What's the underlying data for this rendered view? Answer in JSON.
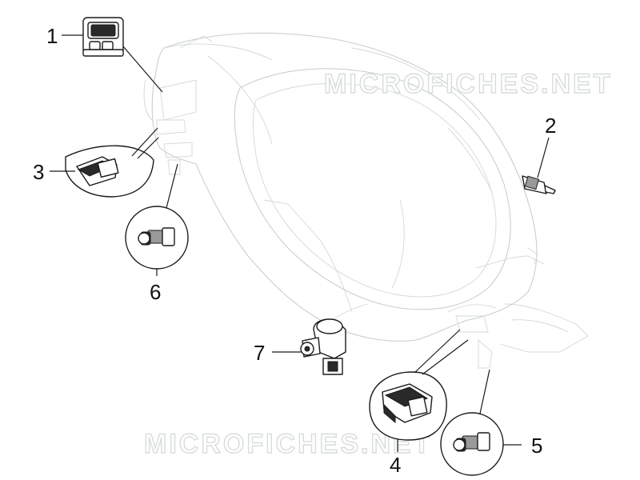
{
  "diagram": {
    "watermarks": [
      "MICROFICHES.NET",
      "MICROFICHES.NET"
    ],
    "callouts": [
      {
        "label": "1",
        "part": "hazard-switch"
      },
      {
        "label": "2",
        "part": "bulb"
      },
      {
        "label": "3",
        "part": "rocker-switch-left"
      },
      {
        "label": "4",
        "part": "rocker-switch-right"
      },
      {
        "label": "5",
        "part": "push-button-right"
      },
      {
        "label": "6",
        "part": "push-button-left"
      },
      {
        "label": "7",
        "part": "ignition-switch"
      }
    ],
    "colors": {
      "line": "#1a1a1a",
      "ghost": "#c9cfcf",
      "background": "#ffffff"
    }
  }
}
